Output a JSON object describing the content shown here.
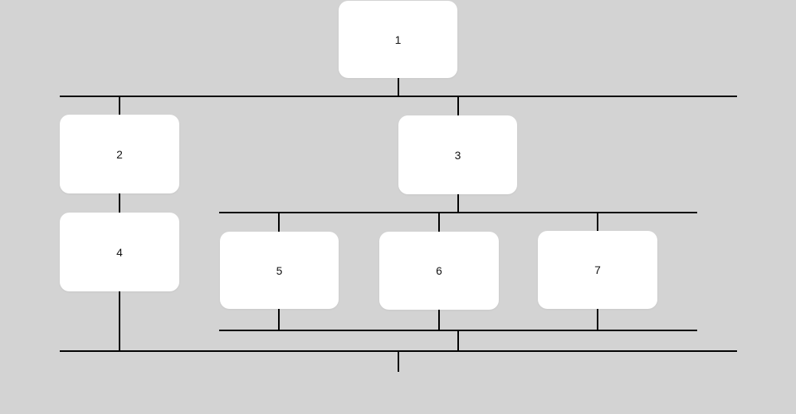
{
  "diagram": {
    "type": "org-chart",
    "background_color": "#d3d3d3",
    "node_fill_color": "#ffffff",
    "line_color": "#000000",
    "text_color": "#111111",
    "nodes": [
      {
        "id": "1",
        "label": "1"
      },
      {
        "id": "2",
        "label": "2"
      },
      {
        "id": "3",
        "label": "3"
      },
      {
        "id": "4",
        "label": "4"
      },
      {
        "id": "5",
        "label": "5"
      },
      {
        "id": "6",
        "label": "6"
      },
      {
        "id": "7",
        "label": "7"
      }
    ],
    "edges": [
      {
        "from": "1",
        "to": "2"
      },
      {
        "from": "1",
        "to": "3"
      },
      {
        "from": "2",
        "to": "4"
      },
      {
        "from": "3",
        "to": "5"
      },
      {
        "from": "3",
        "to": "6"
      },
      {
        "from": "3",
        "to": "7"
      },
      {
        "from": "4",
        "to": "bottom-rail"
      },
      {
        "from": "5",
        "to": "bottom-rail"
      },
      {
        "from": "6",
        "to": "bottom-rail"
      },
      {
        "from": "7",
        "to": "bottom-rail"
      }
    ]
  }
}
